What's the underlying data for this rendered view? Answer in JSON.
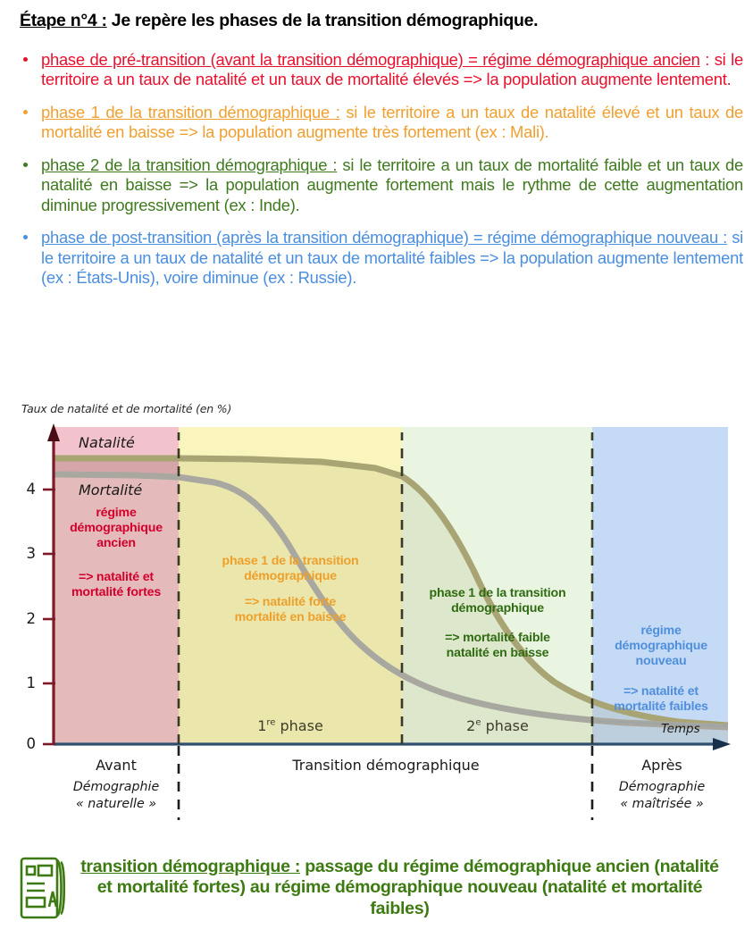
{
  "heading": {
    "underlined": "Étape n°4 :",
    "rest": " Je repère les phases de la transition démographique."
  },
  "bullets": [
    {
      "color": "#e8112d",
      "lead": "phase de pré-transition (avant la transition démographique) = régime démographique ancien",
      "rest": " : si le territoire a un taux de natalité et un taux de mortalité élevés => la population augmente lentement."
    },
    {
      "color": "#f0a030",
      "lead": "phase 1 de la transition démographique :",
      "rest": " si le territoire a un taux de natalité élevé et un taux de mortalité en baisse => la population augmente très fortement (ex : Mali)."
    },
    {
      "color": "#3f7a1e",
      "lead": "phase 2 de la transition démographique :",
      "rest": " si le territoire a un taux de mortalité faible et un taux de natalité en baisse => la population augmente fortement mais le rythme de cette augmentation diminue progressivement (ex : Inde)."
    },
    {
      "color": "#4a8ee0",
      "lead": "phase de post-transition (après la transition démographique) = régime démographique nouveau :",
      "rest": " si le territoire a un taux de natalité et un taux de mortalité faibles => la population augmente lentement (ex : États-Unis), voire diminue (ex : Russie)."
    }
  ],
  "chart_data": {
    "type": "area",
    "title": "Taux de natalité et de mortalité (en %)",
    "xlabel": "Temps",
    "ylabel": "Taux de natalité et de mortalité (en %)",
    "ylim": [
      0,
      5
    ],
    "yticks": [
      "0",
      "1",
      "2",
      "3",
      "4"
    ],
    "grid": false,
    "legend_position": "inline-on-curves",
    "x": [
      0,
      10,
      20,
      30,
      40,
      50,
      55,
      60,
      65,
      70,
      75,
      80,
      85,
      90,
      100
    ],
    "series": [
      {
        "name": "Natalité",
        "color": "#a09f6a",
        "values": [
          4.5,
          4.5,
          4.5,
          4.5,
          4.5,
          4.45,
          4.3,
          3.9,
          3.2,
          2.4,
          1.8,
          1.45,
          1.2,
          1.1,
          1.0
        ]
      },
      {
        "name": "Mortalité",
        "color": "#a0a094",
        "values": [
          4.2,
          4.18,
          4.1,
          3.8,
          3.2,
          2.5,
          2.2,
          1.9,
          1.6,
          1.35,
          1.15,
          1.0,
          0.9,
          0.82,
          0.72
        ]
      }
    ],
    "zones": [
      {
        "id": "pre-transition",
        "fill": "#f2c3cd",
        "accent": "#d3002d",
        "phase_label": "",
        "title": "régime\ndémographique\nancien",
        "note": "=> natalité et\nmortalité fortes",
        "axis_label": "Avant",
        "axis_sublabel": "Démographie\n« naturelle »"
      },
      {
        "id": "phase-1",
        "fill": "#faf4bd",
        "accent": "#eda02b",
        "phase_label": "1re phase",
        "title": "phase 1 de la transition\ndémographique",
        "note": "=> natalité forte\nmortalité en baisse",
        "axis_label": "Transition démographique",
        "axis_sublabel": ""
      },
      {
        "id": "phase-2",
        "fill": "#e8f4df",
        "accent": "#2f6b12",
        "phase_label": "2e phase",
        "title": "phase 1 de la transition\ndémographique",
        "note": "=> mortalité faible\nnatalité en baisse",
        "axis_label": "",
        "axis_sublabel": ""
      },
      {
        "id": "post-transition",
        "fill": "#c5daf5",
        "accent": "#4f8fdd",
        "phase_label": "",
        "title": "régime\ndémographique\nnouveau",
        "note": "=> natalité et\nmortalité faibles",
        "axis_label": "Après",
        "axis_sublabel": "Démographie\n« maîtrisée »"
      }
    ],
    "labels": {
      "natalite": "Natalité",
      "mortalite": "Mortalité",
      "temps": "Temps",
      "phase1": "1re phase",
      "phase1_sup": "re",
      "phase1_pre": "1",
      "phase1_post": " phase",
      "phase2_pre": "2",
      "phase2_sup": "e",
      "phase2_post": " phase",
      "zone1_title_l1": "régime",
      "zone1_title_l2": "démographique",
      "zone1_title_l3": "ancien",
      "zone1_note_l1": "=> natalité et",
      "zone1_note_l2": "mortalité fortes",
      "zone2_title_l1": "phase 1 de la transition",
      "zone2_title_l2": "démographique",
      "zone2_note_l1": "=> natalité forte",
      "zone2_note_l2": "mortalité en baisse",
      "zone3_title_l1": "phase 1 de la transition",
      "zone3_title_l2": "démographique",
      "zone3_note_l1": "=> mortalité faible",
      "zone3_note_l2": "natalité en baisse",
      "zone4_title_l1": "régime",
      "zone4_title_l2": "démographique",
      "zone4_title_l3": "nouveau",
      "zone4_note_l1": "=> natalité et",
      "zone4_note_l2": "mortalité faibles",
      "cat1": "Avant",
      "cat1_sub_l1": "Démographie",
      "cat1_sub_l2": "« naturelle »",
      "cat2": "Transition démographique",
      "cat3": "Après",
      "cat3_sub_l1": "Démographie",
      "cat3_sub_l2": "« maîtrisée »"
    }
  },
  "definition": {
    "term": "transition démographique :",
    "text": " passage du régime démographique ancien (natalité et mortalité fortes) au régime démographique nouveau (natalité et mortalité faibles)",
    "icon": "document-definition-icon",
    "color": "#3d7a12"
  }
}
